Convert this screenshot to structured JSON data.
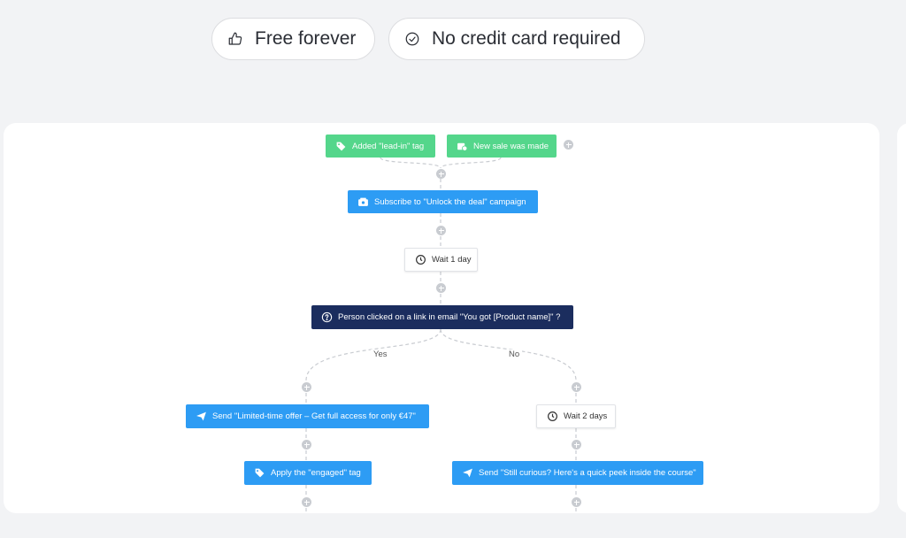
{
  "badges": [
    {
      "label": "Free forever",
      "icon": "thumbs-up-icon"
    },
    {
      "label": "No credit card required",
      "icon": "check-circle-icon"
    }
  ],
  "workflow": {
    "triggers": [
      {
        "label": "Added \"lead-in\" tag",
        "icon": "tag-icon"
      },
      {
        "label": "New sale was made",
        "icon": "sale-icon"
      }
    ],
    "subscribe": {
      "label": "Subscribe to \"Unlock the deal\" campaign",
      "icon": "campaign-icon"
    },
    "wait1": {
      "label": "Wait 1 day",
      "icon": "clock-icon"
    },
    "condition": {
      "label": "Person clicked on a link in email \"You got [Product name]\" ?",
      "icon": "question-icon"
    },
    "yes_label": "Yes",
    "no_label": "No",
    "yes_send": {
      "label": "Send \"Limited-time offer – Get full access for only €47\"",
      "icon": "send-icon"
    },
    "yes_tag": {
      "label": "Apply the \"engaged\" tag",
      "icon": "tag-icon"
    },
    "no_wait": {
      "label": "Wait 2 days",
      "icon": "clock-icon"
    },
    "no_send": {
      "label": "Send \"Still curious? Here's a quick peek inside the course\"",
      "icon": "send-icon"
    }
  },
  "colors": {
    "trigger": "#54d68b",
    "action": "#2d9cf4",
    "condition": "#1b2d5e",
    "connector": "#c9ccd1"
  }
}
